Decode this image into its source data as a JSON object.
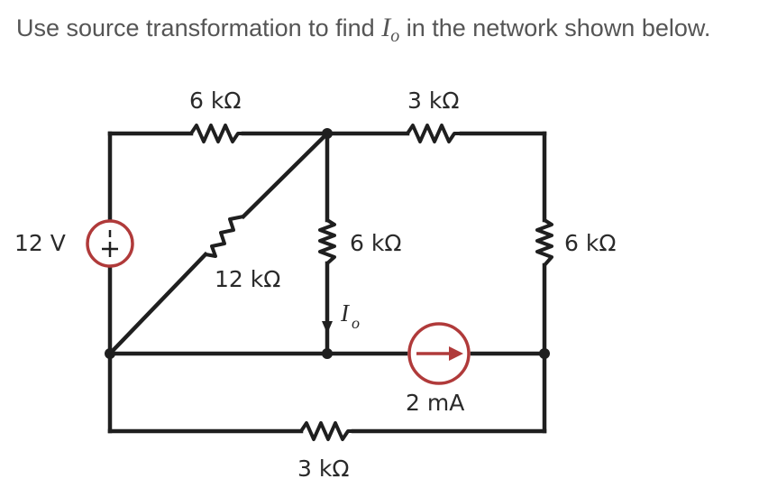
{
  "problem": {
    "prefix": "Use source transformation to find ",
    "variable": "I",
    "subscript": "o",
    "suffix": " in the network shown below."
  },
  "circuit": {
    "labels": {
      "r_top_left": "6 kΩ",
      "r_top_right": "3 kΩ",
      "r_diagonal": "12 kΩ",
      "r_middle": "6 kΩ",
      "r_right": "6 kΩ",
      "r_bottom": "3 kΩ",
      "voltage_source": "12 V",
      "current_source": "2 mA",
      "current_var": "I",
      "current_sub": "o"
    },
    "colors": {
      "wire": "#1f1f1f",
      "source_outline": "#b03a3a",
      "current_arrow": "#b03a3a"
    }
  }
}
